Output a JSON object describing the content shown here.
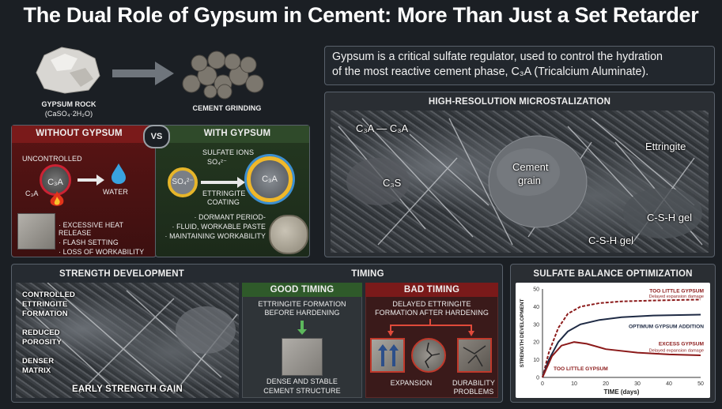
{
  "title": "The Dual Role of Gypsum in Cement: More Than Just a Set Retarder",
  "intro": {
    "line1": "Gypsum is a critical sulfate regulator, used to control the hydration",
    "line2": "of the most reactive cement phase, C₃A (Tricalcium Aluminate)."
  },
  "top_flow": {
    "gypsum_rock": "GYPSUM ROCK",
    "formula": "(CaSO₄·2H₂O)",
    "cement_grinding": "CEMENT GRINDING"
  },
  "compare": {
    "without": "WITHOUT GYPSUM",
    "vs": "VS",
    "with": "WITH GYPSUM",
    "uncontrolled": "UNCONTROLLED",
    "c3a": "C₃A",
    "water": "WATER",
    "sulfate_ions": "SULFATE IONS",
    "so4_small": "SO₄²⁻",
    "so4": "SO₄²⁻",
    "ettringite_coating_1": "ETTRINGITE",
    "ettringite_coating_2": "COATING",
    "without_bullets": [
      "· EXCESSIVE HEAT RELEASE",
      "· FLASH SETTING",
      "· LOSS OF WORKABILITY"
    ],
    "with_bullets": [
      "· DORMANT PERIOD-",
      "· FLUID, WORKABLE PASTE",
      "· MAINTAINING WORKABILITY"
    ]
  },
  "micro": {
    "header": "HIGH-RESOLUTION MICROSTALIZATION",
    "labels": [
      "C₃A — C₃A",
      "Cement",
      "grain",
      "Ettringite",
      "C₃S",
      "C-S-H gel",
      "C-S-H gel"
    ]
  },
  "strength": {
    "header": "STRENGTH DEVELOPMENT",
    "labels": [
      "CONTROLLED",
      "ETTRINGITE",
      "FORMATION",
      "REDUCED",
      "POROSITY",
      "DENSER",
      "MATRIX"
    ],
    "bottom": "EARLY STRENGTH GAIN"
  },
  "timing": {
    "header": "TIMING",
    "good": "GOOD TIMING",
    "good_desc_1": "ETTRINGITE FORMATION",
    "good_desc_2": "BEFORE HARDENING",
    "good_result_1": "DENSE AND STABLE",
    "good_result_2": "CEMENT STRUCTURE",
    "bad": "BAD TIMING",
    "bad_desc_1": "DELAYED ETTRINGITE",
    "bad_desc_2": "FORMATION AFTER HARDENING",
    "expansion": "EXPANSION",
    "durability_1": "DURABILITY",
    "durability_2": "PROBLEMS"
  },
  "chart_data": {
    "type": "line",
    "title": "SULFATE BALANCE OPTIMIZATION",
    "xlabel": "TIME (days)",
    "ylabel": "STRENGTH DEVELOPMENT",
    "xlim": [
      0,
      50
    ],
    "ylim": [
      0,
      50
    ],
    "xticks": [
      0,
      10,
      20,
      30,
      40,
      50
    ],
    "yticks": [
      0,
      10,
      20,
      30,
      40,
      50
    ],
    "series": [
      {
        "name": "TOO LITTLE GYPSUM",
        "color": "#8b1a1a",
        "dashed": true,
        "x": [
          0,
          2,
          5,
          8,
          12,
          18,
          25,
          35,
          50
        ],
        "y": [
          0,
          14,
          28,
          36,
          40,
          42,
          43,
          43.5,
          44
        ]
      },
      {
        "name": "OPTIMUM GYPSUM ADDITION",
        "color": "#1e2a44",
        "dashed": false,
        "x": [
          0,
          2,
          5,
          8,
          12,
          18,
          25,
          35,
          50
        ],
        "y": [
          0,
          10,
          20,
          26,
          30,
          32.5,
          34,
          35,
          35.5
        ]
      },
      {
        "name": "EXCESS GYPSUM",
        "color": "#8b1a1a",
        "dashed": false,
        "x": [
          0,
          3,
          6,
          10,
          14,
          20,
          30,
          40,
          50
        ],
        "y": [
          0,
          12,
          18,
          20,
          19,
          16,
          14,
          13,
          12.5
        ]
      }
    ],
    "annotations": {
      "too_little": "TOO LITTLE GYPSUM",
      "delayed_1": "Delayed expansion damage",
      "optimum": "OPTIMUM GYPSUM ADDITION",
      "excess": "EXCESS GYPSUM",
      "delayed_2": "Delayed expansion damage",
      "too_little_low": "TOO LITTLE GYPSUM"
    }
  }
}
